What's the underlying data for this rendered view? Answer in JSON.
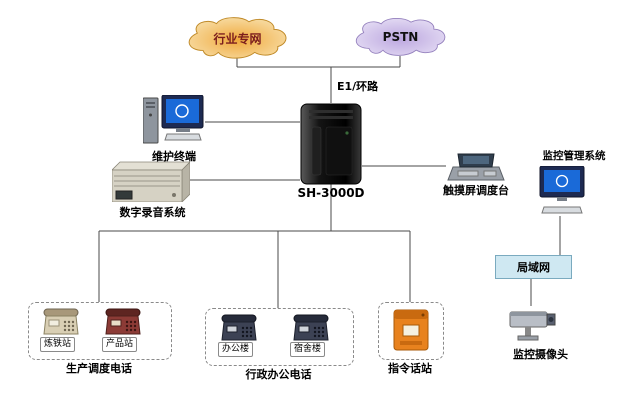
{
  "clouds": {
    "industry": {
      "label": "行业专网",
      "fill": "#F0A93C",
      "text_color": "#7B1D1D"
    },
    "pstn": {
      "label": "PSTN",
      "fill": "#C9B6E4",
      "text_color": "#000000"
    }
  },
  "links": {
    "e1_label": "E1/环路"
  },
  "server": {
    "label": "SH-3000D"
  },
  "nodes": {
    "maintenance_terminal": {
      "label": "维护终端"
    },
    "recording_system": {
      "label": "数字录音系统"
    },
    "touch_console": {
      "label": "触摸屏调度台"
    },
    "monitoring_system": {
      "label": "监控管理系统"
    },
    "lan": {
      "label": "局域网"
    },
    "camera": {
      "label": "监控摄像头"
    }
  },
  "groups": {
    "production": {
      "label": "生产调度电话",
      "items": [
        {
          "label": "炼铁站"
        },
        {
          "label": "产品站"
        }
      ]
    },
    "admin": {
      "label": "行政办公电话",
      "items": [
        {
          "label": "办公楼"
        },
        {
          "label": "宿舍楼"
        }
      ]
    },
    "command": {
      "label": "指令话站"
    }
  },
  "colors": {
    "lan_fill": "#CFE8F2",
    "command_fill": "#E8821E"
  }
}
